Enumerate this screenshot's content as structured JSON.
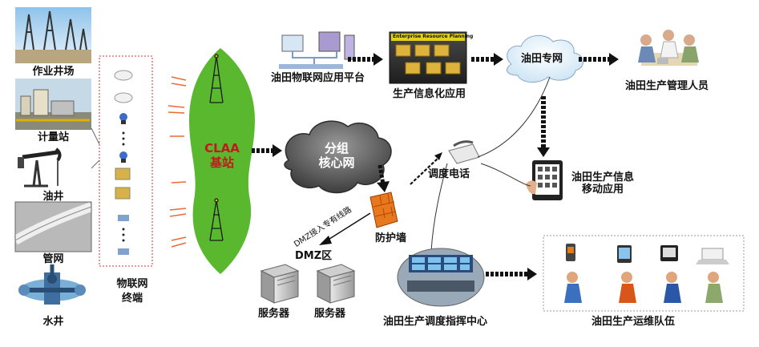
{
  "sites": [
    {
      "label": "作业井场"
    },
    {
      "label": "计量站"
    },
    {
      "label": "油井"
    },
    {
      "label": "管网"
    },
    {
      "label": "水井"
    }
  ],
  "terminal": {
    "label": "物联网\n终端"
  },
  "base_station": {
    "label": "CLAA\n基站"
  },
  "core_network": {
    "label": "分组\n核心网"
  },
  "iot_platform": {
    "label": "油田物联网应用平台"
  },
  "erp": {
    "banner": "Enterprise Resource Planning",
    "label": "生产信息化应用"
  },
  "private_net": {
    "label": "油田专网"
  },
  "managers": {
    "label": "油田生产管理人员"
  },
  "dispatch_phone": {
    "label": "调度电话"
  },
  "mobile_app": {
    "label": "油田生产信息\n移动应用"
  },
  "firewall": {
    "label": "防护墙"
  },
  "dmz": {
    "line_label": "DMZ接入专有线路",
    "label": "DMZ区"
  },
  "servers": [
    {
      "label": "服务器"
    },
    {
      "label": "服务器"
    }
  ],
  "command_center": {
    "label": "油田生产调度指挥中心"
  },
  "maintenance": {
    "label": "油田生产运维队伍"
  }
}
